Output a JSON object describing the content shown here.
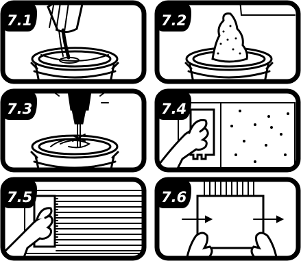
{
  "panels": [
    {
      "step": "7.1",
      "action": "pour-liquid"
    },
    {
      "step": "7.2",
      "action": "add-powder"
    },
    {
      "step": "7.3",
      "action": "mix-with-drill"
    },
    {
      "step": "7.4",
      "action": "spread-with-notched-trowel"
    },
    {
      "step": "7.5",
      "action": "comb-ridges"
    },
    {
      "step": "7.6",
      "action": "lay-sheet-and-press"
    }
  ],
  "colors": {
    "ink": "#000000",
    "paper": "#ffffff"
  }
}
